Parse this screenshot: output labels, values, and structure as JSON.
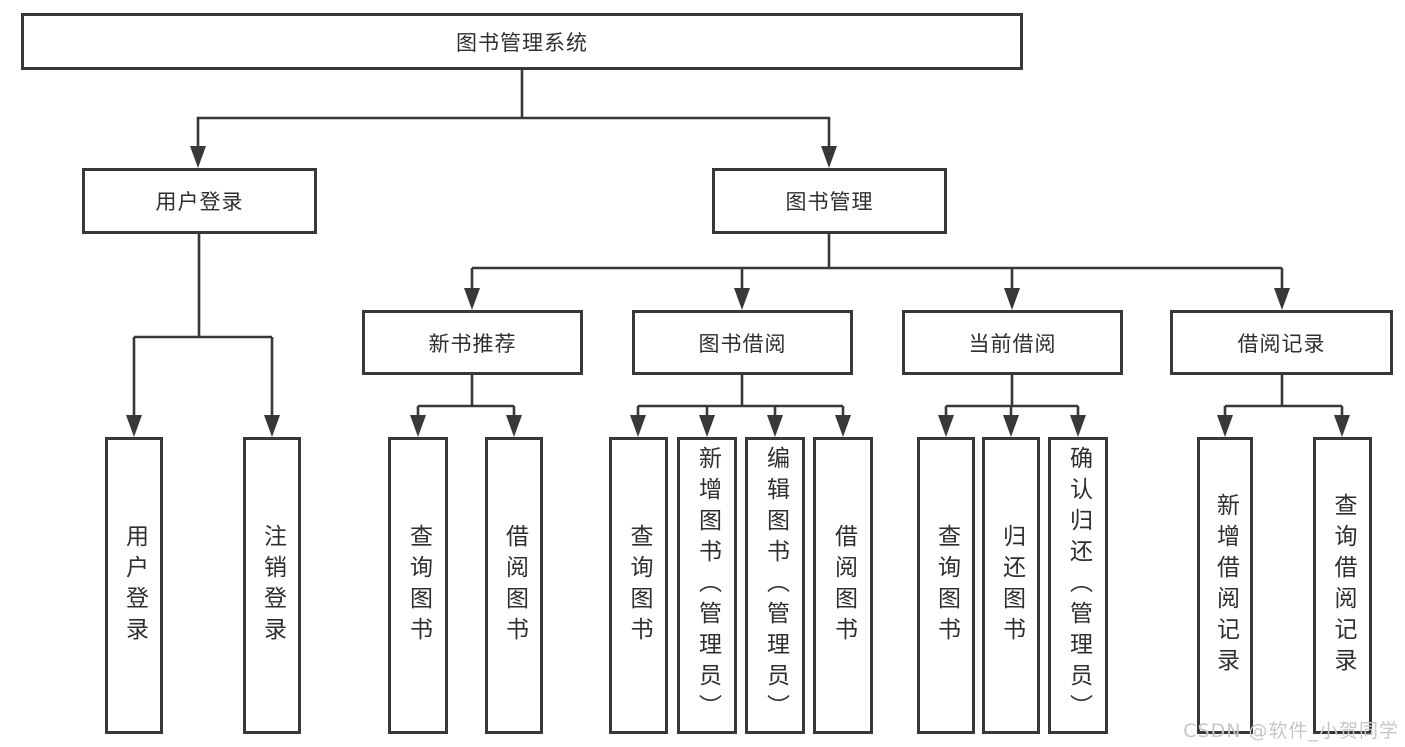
{
  "root": {
    "label": "图书管理系统"
  },
  "level2": [
    {
      "label": "用户登录"
    },
    {
      "label": "图书管理"
    }
  ],
  "level3": [
    {
      "label": "新书推荐"
    },
    {
      "label": "图书借阅"
    },
    {
      "label": "当前借阅"
    },
    {
      "label": "借阅记录"
    }
  ],
  "leaves": {
    "user_login": [
      "用户登录",
      "注销登录"
    ],
    "new_books": [
      "查询图书",
      "借阅图书"
    ],
    "book_borrow": [
      "查询图书",
      "新增图书（管理员）",
      "编辑图书（管理员）",
      "借阅图书"
    ],
    "current_borrow": [
      "查询图书",
      "归还图书",
      "确认归还（管理员）"
    ],
    "borrow_records": [
      "新增借阅记录",
      "查询借阅记录"
    ]
  },
  "watermark": "CSDN @软件_小贺同学",
  "colors": {
    "line": "#383838",
    "text": "#2f2f2f",
    "watermark": "#c4c6c9",
    "background": "#ffffff"
  }
}
